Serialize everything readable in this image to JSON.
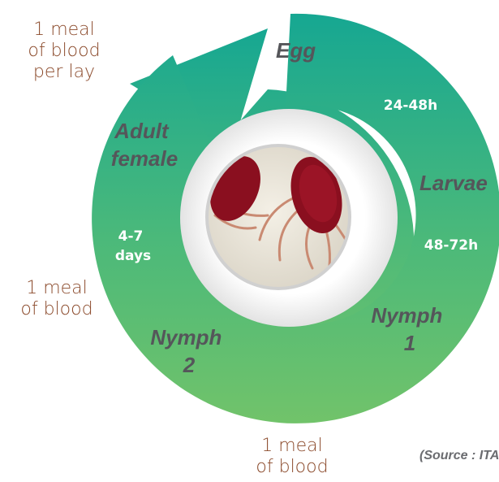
{
  "diagram": {
    "stages": [
      "Egg",
      "Larvae",
      "Nymph 1",
      "Nymph 2",
      "Adult female"
    ],
    "durations": [
      "24-48h",
      "48-72h",
      "4-7 days"
    ],
    "notes": {
      "per_lay": [
        "1 meal",
        "of blood",
        "per lay"
      ],
      "left": [
        "1 meal",
        "of blood"
      ],
      "bottom": [
        "1 meal",
        "of blood"
      ]
    },
    "source": "(Source : ITAVI)"
  },
  "colors": {
    "ring_dark": "#1aa990",
    "ring_light": "#6cc06a",
    "note_text": "#8b4a2b",
    "stage_text": "#55565a",
    "mite": "#8a0f1f"
  },
  "icons": [
    "cycle-arrow-icon",
    "mite-photo"
  ]
}
